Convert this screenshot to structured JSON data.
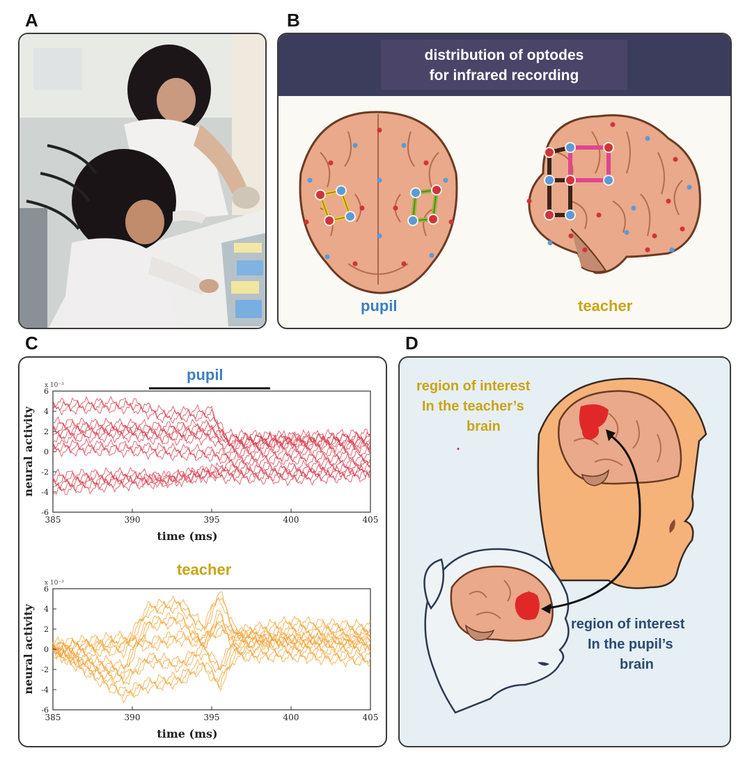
{
  "panel_labels": {
    "a": "A",
    "b": "B",
    "c": "C",
    "d": "D"
  },
  "panel_b": {
    "title_line1": "distribution of optodes",
    "title_line2": "for infrared recording",
    "pupil_label": "pupil",
    "teacher_label": "teacher"
  },
  "panel_c": {
    "pupil_title": "pupil",
    "teacher_title": "teacher",
    "y_label": "neural activity",
    "x_label": "time (ms)",
    "multiplier": "x 10⁻³",
    "x_ticks": [
      "385",
      "390",
      "395",
      "400",
      "405"
    ],
    "y_ticks": [
      "6",
      "4",
      "2",
      "0",
      "-2",
      "-4",
      "-6"
    ]
  },
  "panel_d": {
    "teacher_roi_line1": "region of interest",
    "teacher_roi_line2": "In the teacher’s",
    "teacher_roi_line3": "brain",
    "pupil_roi_line1": "region of interest",
    "pupil_roi_line2": "In the pupil’s",
    "pupil_roi_line3": "brain"
  },
  "colors": {
    "pupil_blue": "#3b7fbf",
    "teacher_gold": "#c9a417",
    "pupil_trace": "#d43a48",
    "teacher_trace": "#f0a030",
    "roi_red": "#e02828",
    "brain": "#e9a98a",
    "header": "#3c3c5c"
  },
  "chart_data": [
    {
      "type": "line",
      "title": "pupil",
      "xlabel": "time (ms)",
      "ylabel": "neural activity",
      "xlim": [
        385,
        405
      ],
      "ylim": [
        -6,
        6
      ],
      "y_scale_note": "x 10⁻³",
      "series": [
        {
          "x": [
            385,
            390,
            392,
            395,
            396,
            400,
            405
          ],
          "values": [
            4.5,
            4.6,
            3.6,
            3.8,
            1.0,
            1.2,
            1.0
          ]
        },
        {
          "x": [
            385,
            390,
            392,
            395,
            396,
            400,
            405
          ],
          "values": [
            2.6,
            2.4,
            2.2,
            2.4,
            1.4,
            1.2,
            1.5
          ]
        },
        {
          "x": [
            385,
            390,
            392,
            395,
            396,
            400,
            405
          ],
          "values": [
            1.6,
            1.8,
            1.4,
            1.6,
            0.4,
            0.6,
            0.3
          ]
        },
        {
          "x": [
            385,
            390,
            392,
            395,
            396,
            400,
            405
          ],
          "values": [
            0.4,
            0.3,
            0.0,
            -0.2,
            -0.6,
            -0.5,
            -0.8
          ]
        },
        {
          "x": [
            385,
            390,
            392,
            395,
            396,
            400,
            405
          ],
          "values": [
            -2.6,
            -2.4,
            -2.8,
            -2.2,
            -1.6,
            -1.8,
            -1.6
          ]
        },
        {
          "x": [
            385,
            390,
            392,
            395,
            396,
            400,
            405
          ],
          "values": [
            -3.6,
            -3.0,
            -2.8,
            -2.0,
            -2.4,
            -2.5,
            -2.2
          ]
        }
      ]
    },
    {
      "type": "line",
      "title": "teacher",
      "xlabel": "time (ms)",
      "ylabel": "neural activity",
      "xlim": [
        385,
        405
      ],
      "ylim": [
        -6,
        6
      ],
      "y_scale_note": "x 10⁻³",
      "series": [
        {
          "x": [
            385,
            389.5,
            391,
            393,
            394.5,
            395.5,
            396.5,
            400,
            405
          ],
          "values": [
            0.2,
            0.0,
            4.0,
            4.5,
            2.0,
            5.5,
            1.5,
            2.5,
            2.0
          ]
        },
        {
          "x": [
            385,
            389.5,
            391,
            393,
            394.5,
            395.5,
            396.5,
            400,
            405
          ],
          "values": [
            0.0,
            -2.0,
            2.5,
            3.0,
            0.5,
            3.5,
            0.0,
            1.5,
            1.2
          ]
        },
        {
          "x": [
            385,
            389.5,
            391,
            393,
            394.5,
            395.5,
            396.5,
            400,
            405
          ],
          "values": [
            -0.2,
            -3.0,
            -1.0,
            -1.5,
            0.0,
            -2.0,
            1.0,
            0.5,
            0.2
          ]
        },
        {
          "x": [
            385,
            389.5,
            391,
            393,
            394.5,
            395.5,
            396.5,
            400,
            405
          ],
          "values": [
            0.1,
            -4.5,
            -3.5,
            -3.0,
            -1.5,
            -3.5,
            -0.5,
            -0.5,
            -1.0
          ]
        },
        {
          "x": [
            385,
            389.5,
            391,
            393,
            394.5,
            395.5,
            396.5,
            400,
            405
          ],
          "values": [
            0.3,
            1.0,
            0.5,
            1.2,
            0.8,
            2.0,
            1.5,
            0.8,
            0.8
          ]
        }
      ]
    }
  ]
}
